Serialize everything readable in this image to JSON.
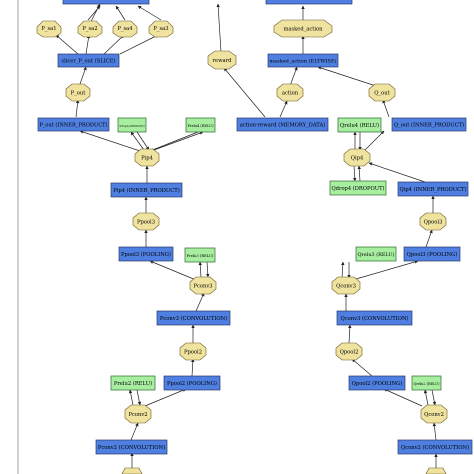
{
  "colors": {
    "layer_fill": "#4f7fe0",
    "relu_fill": "#a8eea0",
    "blob_fill": "#f0e3a0",
    "edge": "#222222",
    "border": "#888888"
  },
  "nodes": {
    "p_sa1": "P_sa1",
    "p_sa2": "P_sa2",
    "p_sa4": "P_sa4",
    "p_sa3": "P_sa3",
    "slicer": "slicer_P_out (SLICE)",
    "p_out": "P_out",
    "p_out_ip": "P_out (INNER_PRODUCT)",
    "pdrop4": "Pdrop4 (DROPOUT)",
    "prelu4": "Prelu4 (RELU)",
    "pip4": "Pip4",
    "pip4_ip": "Pip4 (INNER_PRODUCT)",
    "ppool3": "Ppool3",
    "ppool3_layer": "Ppool3 (POOLING)",
    "prelu3": "Prelu3 (RELU)",
    "pconv3": "Pconv3",
    "pconv3_layer": "Pconv3 (CONVOLUTION)",
    "ppool2": "Ppool2",
    "prelu2": "Prelu2 (RELU)",
    "ppool2_layer": "Ppool2 (POOLING)",
    "pconv2": "Pconv2",
    "pconv2_layer": "Pconv2 (CONVOLUTION)",
    "reward": "reward",
    "action_reward": "action-reward (MEMORY_DATA)",
    "action": "action",
    "masked_action_blob": "masked_action",
    "masked_action_layer": "masked_action (ELTWISE)",
    "q_out": "Q_out",
    "qrelu4": "Qrelu4 (RELU)",
    "q_out_ip": "Q_out (INNER_PRODUCT)",
    "qip4": "Qip4",
    "qdrop4": "Qdrop4 (DROPOUT)",
    "qip4_ip": "Qip4 (INNER_PRODUCT)",
    "qpool3": "Qpool3",
    "qrelu3": "Qrelu3 (RELU)",
    "qpool3_layer": "Qpool3 (POOLING)",
    "qconv3": "Qconv3",
    "qconv3_layer": "Qconv3 (CONVOLUTION)",
    "qpool2": "Qpool2",
    "qpool2_layer": "Qpool2 (POOLING)",
    "qrelu2": "Qrelu2 (RELU)",
    "qconv2": "Qconv2",
    "qconv2_layer": "Qconv2 (CONVOLUTION)"
  }
}
